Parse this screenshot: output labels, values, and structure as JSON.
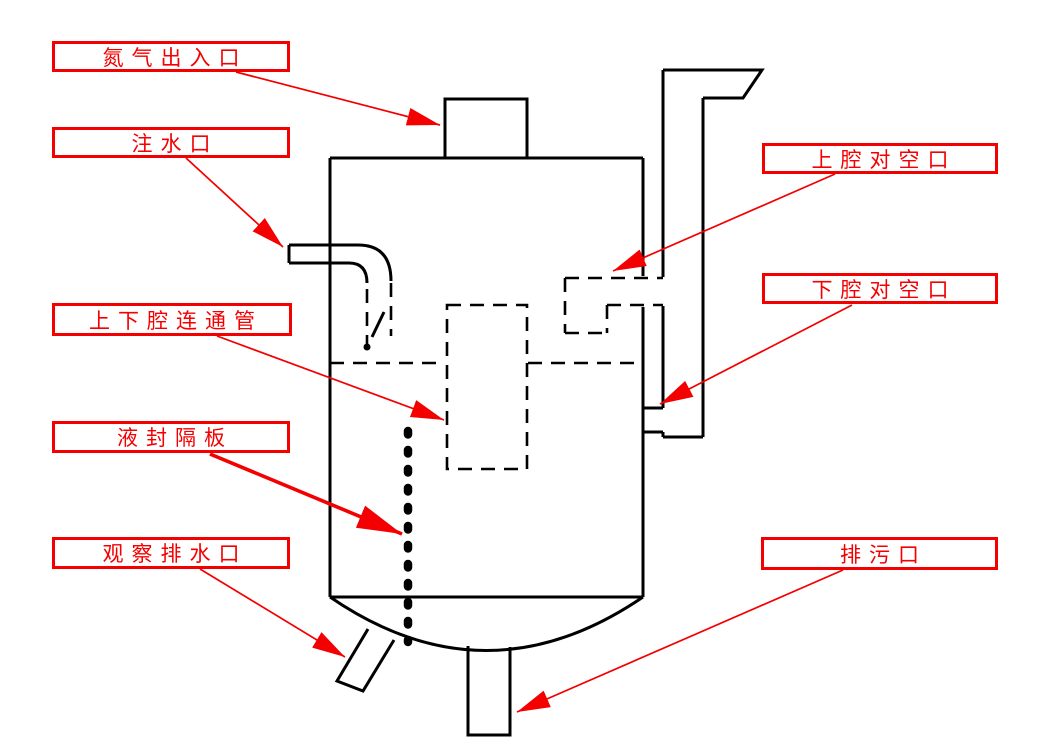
{
  "diagram": {
    "type": "engineering-schematic",
    "subject": "water-seal tank with ports",
    "colors": {
      "annotation": "#f40000",
      "line": "#000000",
      "background": "#ffffff"
    },
    "labels": {
      "nitrogen_port": "氮气出入口",
      "water_inlet": "注水口",
      "connecting_pipe": "上下腔连通管",
      "seal_baffle": "液封隔板",
      "observe_drain": "观察排水口",
      "upper_vent": "上腔对空口",
      "lower_vent": "下腔对空口",
      "blowdown": "排污口"
    }
  }
}
